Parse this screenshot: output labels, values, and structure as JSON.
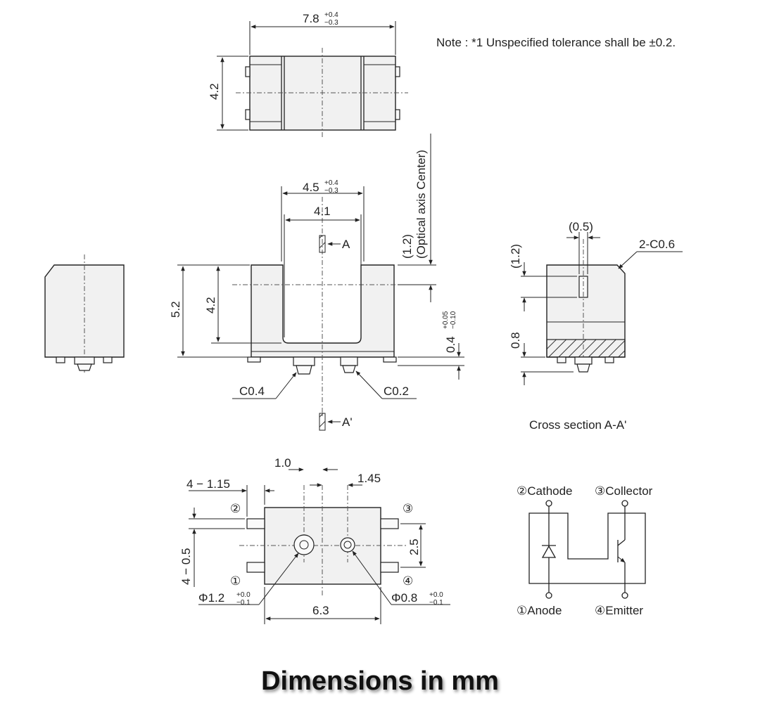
{
  "note": "Note :  *1  Unspecified tolerance shall be ±0.2.",
  "top_view": {
    "width_nominal": "7.8",
    "width_tol_plus": "+0.4",
    "width_tol_minus": "−0.3",
    "height": "4.2"
  },
  "front_view": {
    "slot_outer_nominal": "4.5",
    "slot_outer_tol_plus": "+0.4",
    "slot_outer_tol_minus": "−0.3",
    "slot_inner": "4.1",
    "section_mark": "A",
    "section_mark_bottom": "A'",
    "optical_axis_offset": "(1.2)",
    "optical_axis_label": "(Optical axis Center)",
    "total_height": "5.2",
    "slot_depth": "4.2",
    "base_nominal": "0.4",
    "base_tol_plus": "+0.05",
    "base_tol_minus": "−0.10",
    "chamfer_left": "C0.4",
    "chamfer_right": "C0.2"
  },
  "cross_section": {
    "window_width": "(0.5)",
    "window_offset": "(1.2)",
    "chamfer": "2-C0.6",
    "base_height": "0.8",
    "caption": "Cross section  A-A'"
  },
  "bottom_view": {
    "hole_offset_left": "1.0",
    "hole_offset_right": "1.45",
    "pad_width": "4 − 1.15",
    "pad_pitch": "4 − 0.5",
    "pad_spacing": "2.5",
    "pad_span": "6.3",
    "hole_large_nominal": "Φ1.2",
    "hole_large_tol_plus": "+0.0",
    "hole_large_tol_minus": "−0.1",
    "hole_small_nominal": "Φ0.8",
    "hole_small_tol_plus": "+0.0",
    "hole_small_tol_minus": "−0.1",
    "pin1": "①",
    "pin2": "②",
    "pin3": "③",
    "pin4": "④"
  },
  "circuit": {
    "pin2_label": "②Cathode",
    "pin3_label": "③Collector",
    "pin1_label": "①Anode",
    "pin4_label": "④Emitter"
  },
  "caption": "Dimensions in mm"
}
